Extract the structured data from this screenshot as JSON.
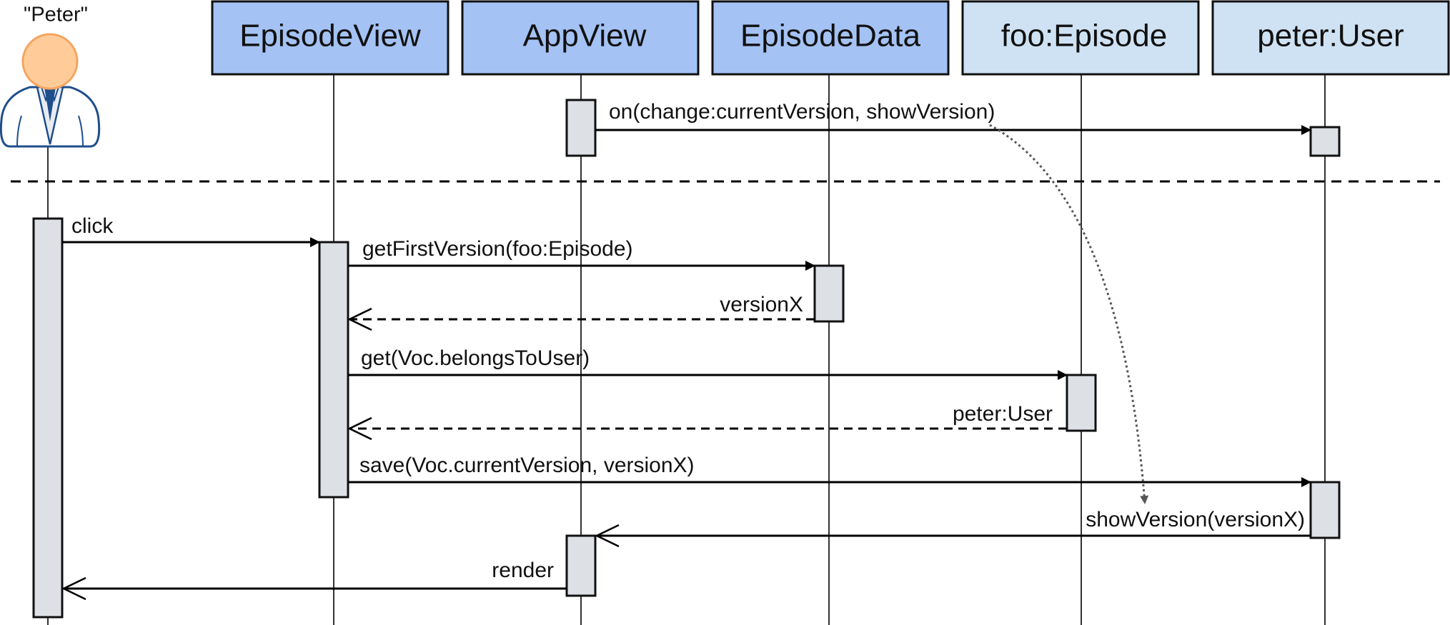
{
  "colors": {
    "class_box": "#a4c2f4",
    "instance_box": "#cfe2f3",
    "activation": "#dde1e6",
    "actor_head": "#ffcc99",
    "actor_head_stroke": "#f4a460",
    "actor_body_stroke": "#1f4e8c"
  },
  "actor": {
    "label": "\"Peter\"",
    "icon": "user-icon"
  },
  "lifelines": [
    {
      "id": "episode-view",
      "label": "EpisodeView",
      "kind": "class"
    },
    {
      "id": "app-view",
      "label": "AppView",
      "kind": "class"
    },
    {
      "id": "episode-data",
      "label": "EpisodeData",
      "kind": "class"
    },
    {
      "id": "foo-episode",
      "label": "foo:Episode",
      "kind": "instance"
    },
    {
      "id": "peter-user",
      "label": "peter:User",
      "kind": "instance"
    }
  ],
  "messages": [
    {
      "id": "on-change",
      "label": "on(change:currentVersion, showVersion)",
      "style": "sync"
    },
    {
      "id": "click",
      "label": "click",
      "style": "sync"
    },
    {
      "id": "get-first-version",
      "label": "getFirstVersion(foo:Episode)",
      "style": "sync"
    },
    {
      "id": "version-x-return",
      "label": "versionX",
      "style": "return"
    },
    {
      "id": "get-belongs",
      "label": "get(Voc.belongsToUser)",
      "style": "sync"
    },
    {
      "id": "peter-user-return",
      "label": "peter:User",
      "style": "return"
    },
    {
      "id": "save",
      "label": "save(Voc.currentVersion, versionX)",
      "style": "sync"
    },
    {
      "id": "show-version",
      "label": "showVersion(versionX)",
      "style": "async"
    },
    {
      "id": "render",
      "label": "render",
      "style": "async"
    }
  ]
}
